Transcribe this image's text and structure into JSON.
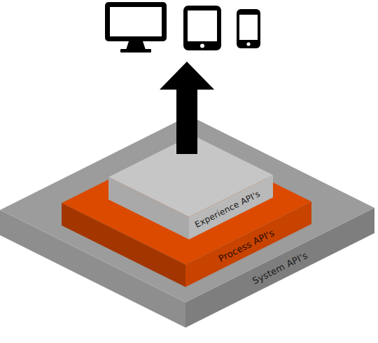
{
  "diagram": {
    "nodes": [
      {
        "text": [
          "System API's"
        ]
      },
      {
        "text": [
          "Process API's"
        ],
        "in": 0
      },
      {
        "text": [
          "Experience API's"
        ],
        "in": 1
      }
    ]
  }
}
